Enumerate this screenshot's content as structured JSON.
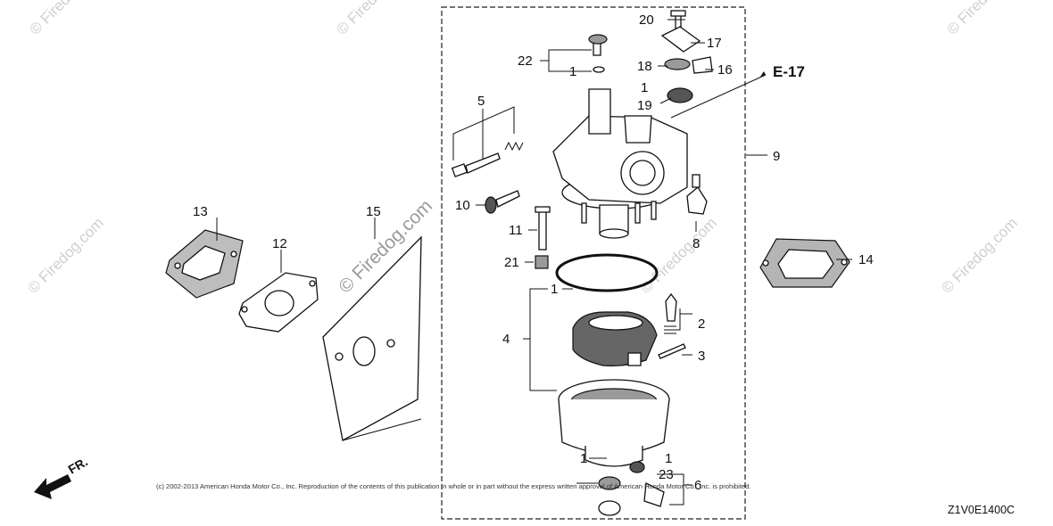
{
  "watermark": {
    "text": "© Firedog.com"
  },
  "frame_ref": "E-17",
  "diagram_code": "Z1V0E1400C",
  "copyright": "(c) 2002-2013 American Honda Motor Co., Inc. Reproduction of the contents of this publication in whole or in part without the express written approval of American Honda Motor Co., Inc. is prohibited.",
  "front_indicator": "FR.",
  "callouts": {
    "p1a": "1",
    "p1b": "1",
    "p1c": "1",
    "p1d": "1",
    "p1e": "1",
    "p2": "2",
    "p3": "3",
    "p4": "4",
    "p5": "5",
    "p6": "6",
    "p8": "8",
    "p9": "9",
    "p10": "10",
    "p11": "11",
    "p12": "12",
    "p13": "13",
    "p14": "14",
    "p15": "15",
    "p16": "16",
    "p17": "17",
    "p18": "18",
    "p19": "19",
    "p20": "20",
    "p21": "21",
    "p22": "22",
    "p23": "23"
  }
}
